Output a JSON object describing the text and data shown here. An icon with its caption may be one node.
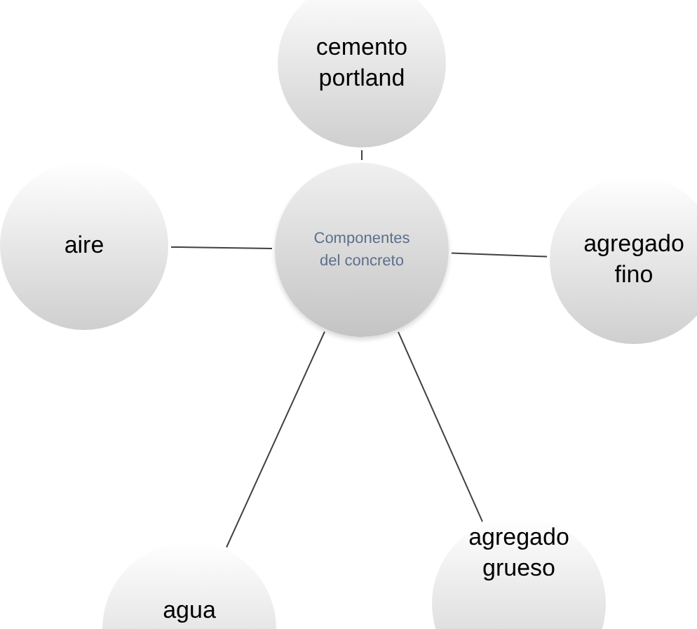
{
  "diagram": {
    "nodes": [
      {
        "text": [
          "Componentes del concreto"
        ]
      },
      {
        "text": [
          "cemento portland"
        ]
      },
      {
        "text": [
          "agregado fino"
        ]
      },
      {
        "text": [
          "agregado grueso"
        ]
      },
      {
        "text": [
          "agua"
        ]
      },
      {
        "text": [
          "aire"
        ]
      }
    ],
    "edges": [
      {
        "from": 0,
        "to": 1,
        "arrow": "none"
      },
      {
        "from": 0,
        "to": 2,
        "arrow": "none"
      },
      {
        "from": 0,
        "to": 3,
        "arrow": "none"
      },
      {
        "from": 0,
        "to": 4,
        "arrow": "none"
      },
      {
        "from": 0,
        "to": 5,
        "arrow": "none"
      }
    ]
  }
}
